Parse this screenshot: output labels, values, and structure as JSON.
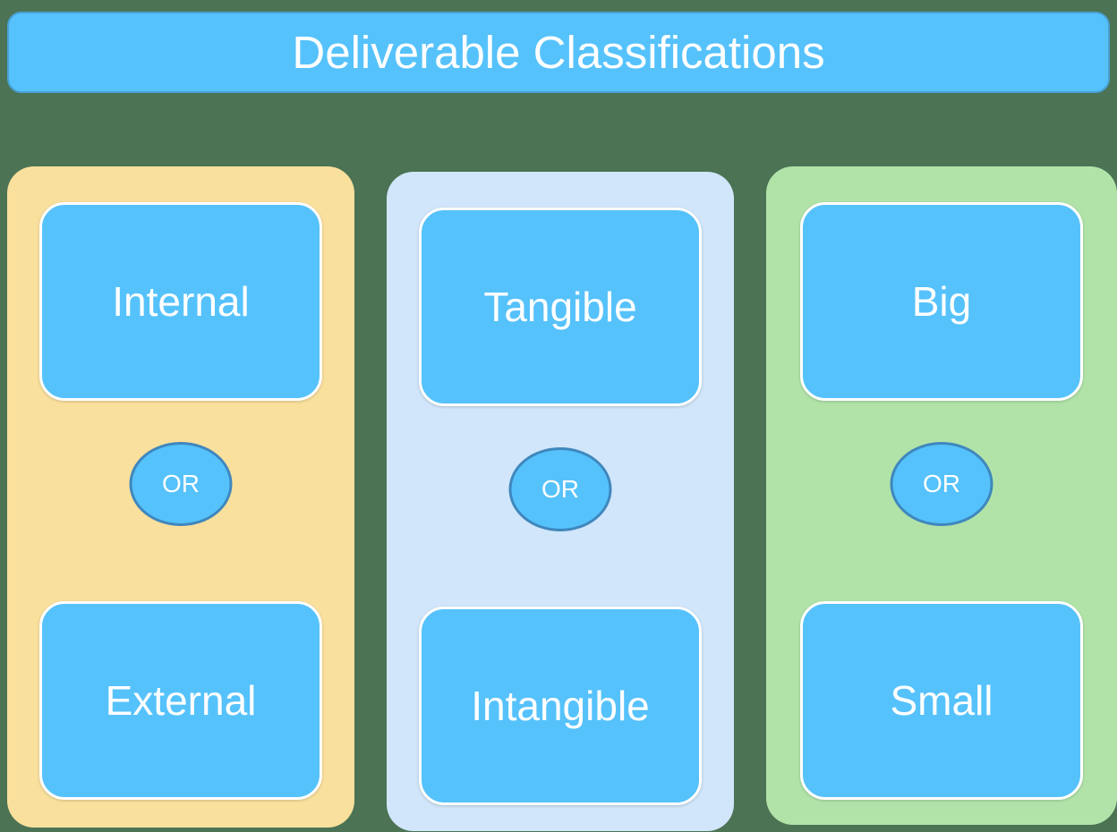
{
  "title_bar": {
    "text": "Deliverable Classifications"
  },
  "colors": {
    "background": "#4B7354",
    "shape_blue": "#56C2FB",
    "title_border": "#4AA0D4",
    "ellipse_border": "#3F87BD",
    "white_border": "#FFFFFF"
  },
  "columns": [
    {
      "name": "internal-external",
      "panel_color": "#FAE09D",
      "top_box": "Internal",
      "connector": "OR",
      "bottom_box": "External"
    },
    {
      "name": "tangible-intangible",
      "panel_color": "#D1E6FA",
      "top_box": "Tangible",
      "connector": "OR",
      "bottom_box": "Intangible"
    },
    {
      "name": "big-small",
      "panel_color": "#B1E3A9",
      "top_box": "Big",
      "connector": "OR",
      "bottom_box": "Small"
    }
  ]
}
